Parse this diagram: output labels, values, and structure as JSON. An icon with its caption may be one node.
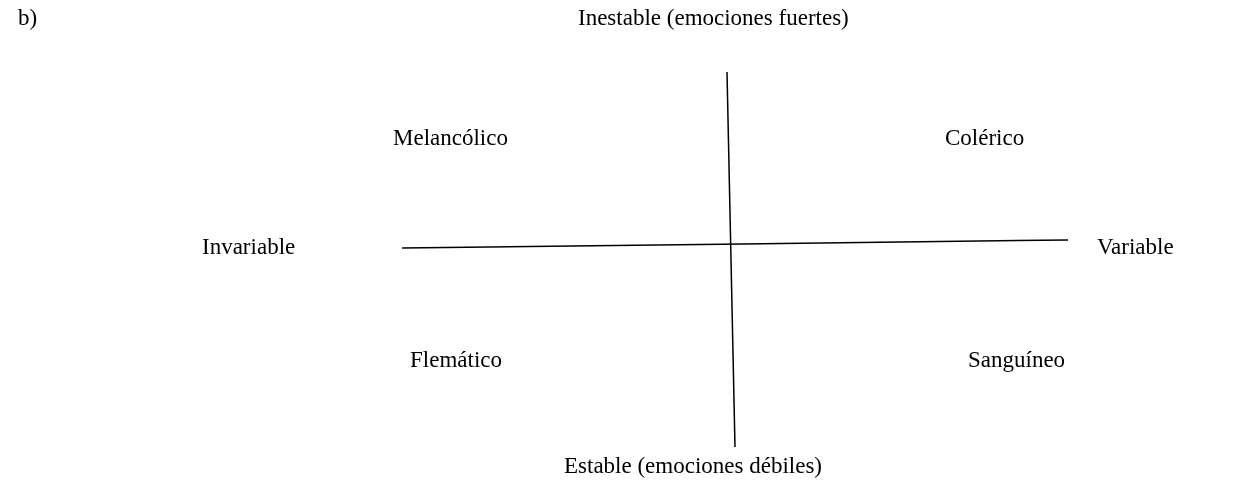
{
  "diagram": {
    "labels": [
      "b)",
      "Inestable (emociones fuertes)",
      "Melancólico",
      "Colérico",
      "Invariable",
      "Variable",
      "Flemático",
      "Sanguíneo",
      "Estable (emociones débiles)"
    ]
  }
}
